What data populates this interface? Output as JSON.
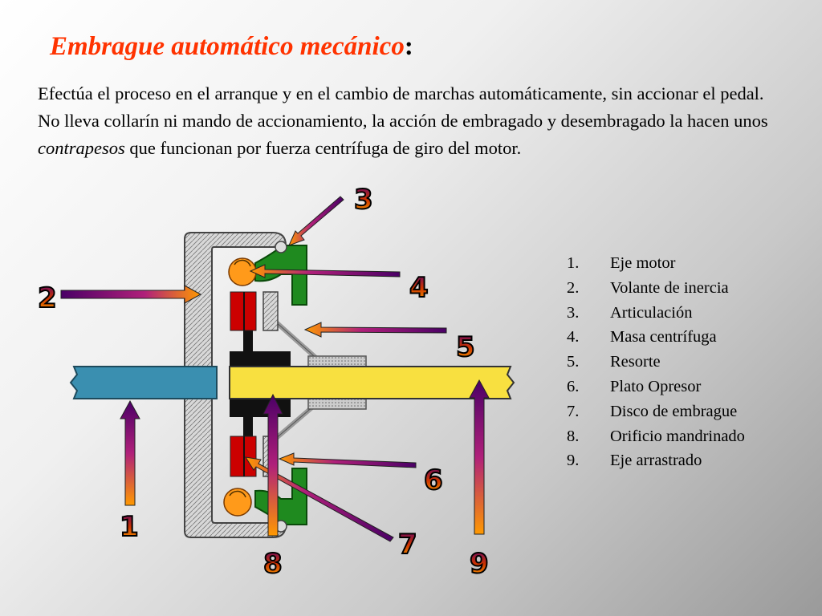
{
  "title": {
    "text": "Embrague automático mecánico",
    "colon": ":"
  },
  "intro": {
    "p1": "Efectúa el proceso en el arranque y en el cambio de marchas automáticamente, sin accionar el pedal.",
    "p2_start": "No lleva collarín ni mando de accionamiento, la acción de embragado y desembragado la hacen unos ",
    "p2_em": "contrapesos",
    "p2_end": " que funcionan por fuerza centrífuga de giro del motor."
  },
  "legend": [
    {
      "num": "1.",
      "label": "Eje motor"
    },
    {
      "num": "2.",
      "label": "Volante de inercia"
    },
    {
      "num": "3.",
      "label": "Articulación"
    },
    {
      "num": "4.",
      "label": "Masa centrífuga"
    },
    {
      "num": "5.",
      "label": "Resorte"
    },
    {
      "num": "6.",
      "label": "Plato Opresor"
    },
    {
      "num": "7.",
      "label": "Disco de embrague"
    },
    {
      "num": "8.",
      "label": "Orificio mandrinado"
    },
    {
      "num": "9.",
      "label": "Eje arrastrado"
    }
  ],
  "callouts": [
    "1",
    "2",
    "3",
    "4",
    "5",
    "6",
    "7",
    "8",
    "9"
  ],
  "colors": {
    "title": "#ff3300",
    "drive_shaft": "#3a8fb0",
    "driven_shaft": "#f8e040",
    "flywheel": "#c8c8c8",
    "lever": "#1f8a1f",
    "weight": "#ff9a1a",
    "friction": "#cc0000",
    "arrow_dark": "#4a0066",
    "arrow_light": "#ff9900"
  }
}
